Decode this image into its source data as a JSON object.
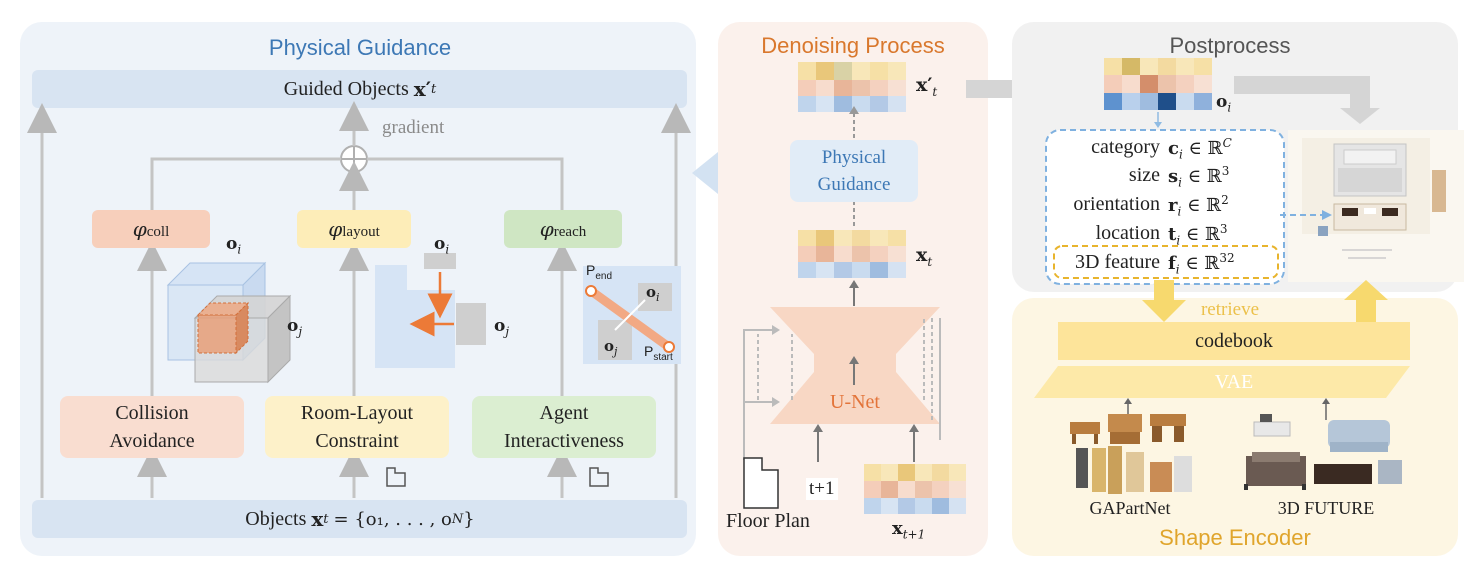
{
  "physical_guidance": {
    "title": "Physical Guidance",
    "guided_objects": "Guided Objects",
    "guided_symbol": "x′",
    "guided_sub": "t",
    "gradient": "gradient",
    "phi_coll": "coll",
    "phi_layout": "layout",
    "phi_reach": "reach",
    "phi_symbol": "φ",
    "obj_i": "o",
    "obj_i_sub": "i",
    "obj_j": "o",
    "obj_j_sub": "j",
    "p_end": "P",
    "p_end_sub": "end",
    "p_start": "P",
    "p_start_sub": "start",
    "collision_line1": "Collision",
    "collision_line2": "Avoidance",
    "layout_line1": "Room-Layout",
    "layout_line2": "Constraint",
    "agent_line1": "Agent",
    "agent_line2": "Interactiveness",
    "objects_text": "Objects",
    "objects_formula": "x",
    "objects_formula_sub": "t",
    "objects_set": "= {o₁, . . . , o",
    "objects_set_end": "}",
    "objects_set_N": "N"
  },
  "denoising": {
    "title": "Denoising Process",
    "xt_prime": "x′",
    "xt_prime_sub": "t",
    "physical_guidance_line1": "Physical",
    "physical_guidance_line2": "Guidance",
    "xt": "x",
    "xt_sub": "t",
    "unet": "U-Net",
    "t_plus_1": "t+1",
    "floor_plan": "Floor Plan",
    "xt1": "x",
    "xt1_sub": "t+1"
  },
  "postprocess": {
    "title": "Postprocess",
    "oi": "o",
    "oi_sub": "i",
    "attributes": [
      {
        "label": "category",
        "symbol": "c",
        "sub": "i",
        "space": "C"
      },
      {
        "label": "size",
        "symbol": "s",
        "sub": "i",
        "space": "3"
      },
      {
        "label": "orientation",
        "symbol": "r",
        "sub": "i",
        "space": "2"
      },
      {
        "label": "location",
        "symbol": "t",
        "sub": "i",
        "space": "3"
      },
      {
        "label": "3D feature",
        "symbol": "f",
        "sub": "i",
        "space": "32"
      }
    ],
    "in_R": "∈ ℝ"
  },
  "shape_encoder": {
    "title": "Shape Encoder",
    "retrieve": "retrieve",
    "codebook": "codebook",
    "vae": "VAE",
    "dataset1": "GAPartNet",
    "dataset2": "3D FUTURE"
  },
  "colors": {
    "pg_bg": "#eef3f9",
    "den_bg": "#fbf1ec",
    "post_bg": "#f1f1f1",
    "enc_bg": "#fdf6e3",
    "bar_blue": "#d8e4f2",
    "coll_fill": "#f7cfbb",
    "layout_fill": "#fdedb8",
    "reach_fill": "#cfe6c3",
    "accent_orange": "#ec7a37",
    "accent_blue_title": "#3d78b5",
    "denoise_title": "#d9782d",
    "encoder_title": "#e0a52c",
    "codebook": "#fde49a"
  }
}
